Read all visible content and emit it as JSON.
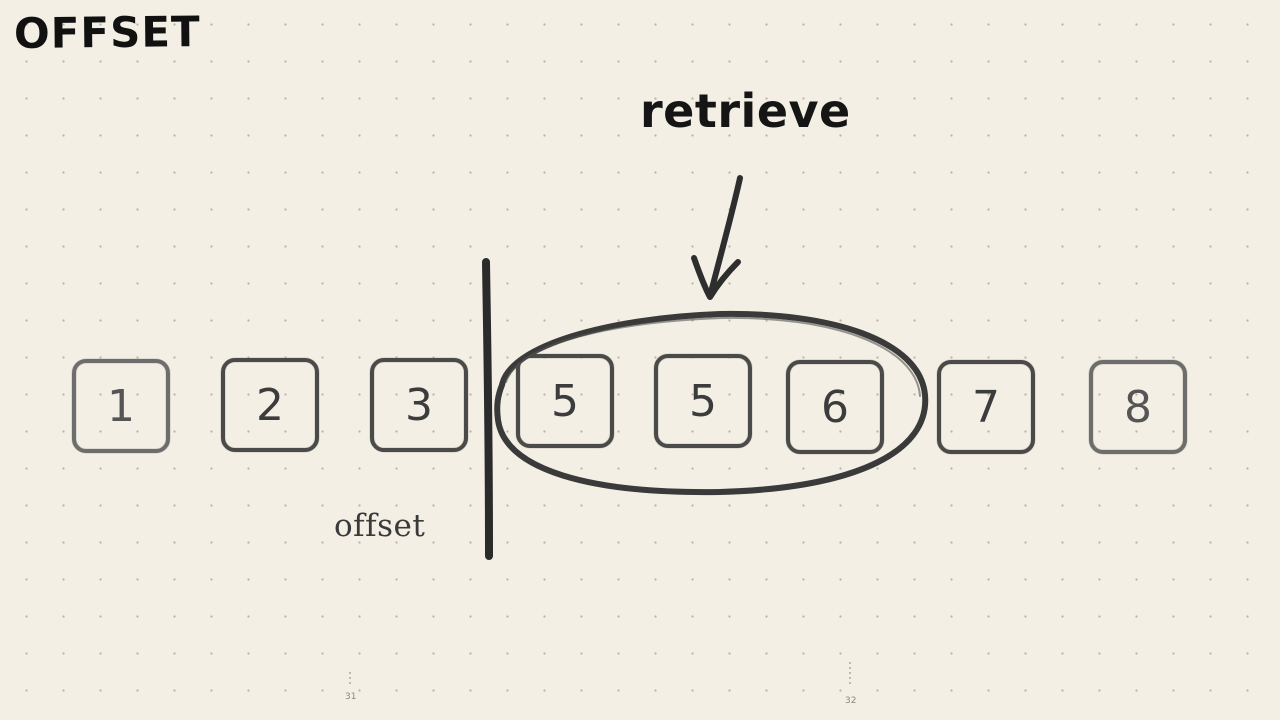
{
  "title": "OFFSET",
  "annotations": {
    "retrieve": "retrieve",
    "offset": "offset"
  },
  "items": [
    "1",
    "2",
    "3",
    "5",
    "5",
    "6",
    "7",
    "8"
  ],
  "page_numbers": [
    "31",
    "32"
  ],
  "colors": {
    "background": "#f3efe4",
    "ink": "#1c1c1c",
    "box_stroke": "#4a4a48"
  }
}
